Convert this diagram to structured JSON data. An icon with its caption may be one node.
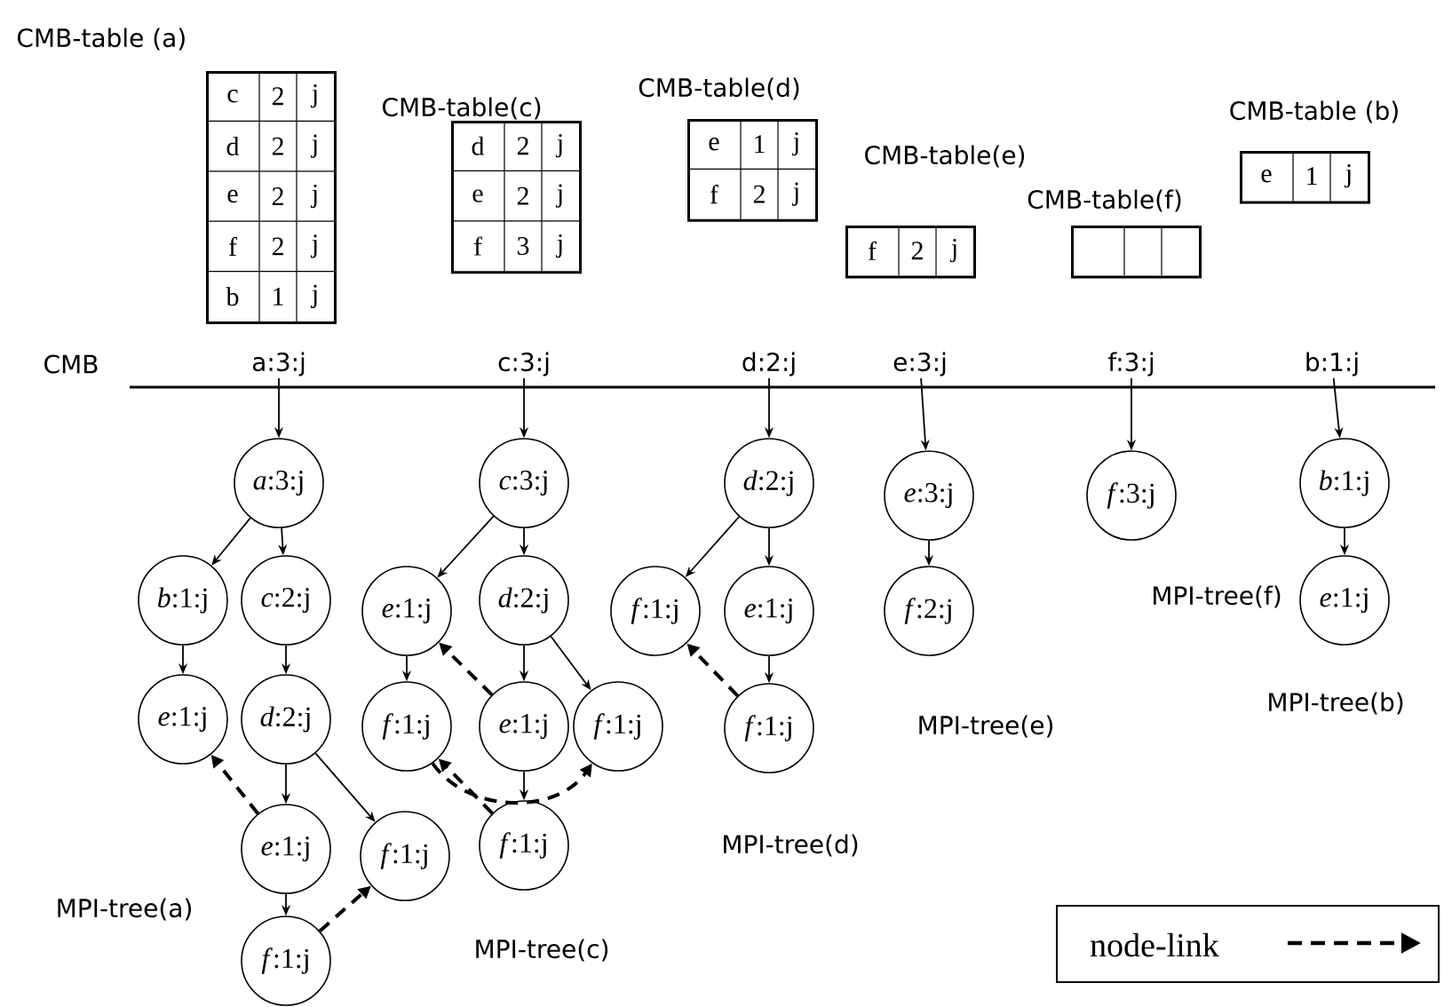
{
  "diagram": {
    "nodes": [
      {
        "text": [
          "CMB-table (a)",
          "c",
          "2",
          "j",
          "d",
          "2",
          "j",
          "e",
          "2",
          "j",
          "f",
          "2",
          "j",
          "b",
          "1",
          "j"
        ]
      },
      {
        "text": [
          "CMB-table(c)",
          "d",
          "2",
          "j",
          "e",
          "2",
          "j",
          "f",
          "3",
          "j"
        ]
      },
      {
        "text": [
          "CMB-table(d)",
          "e",
          "1",
          "j",
          "f",
          "2",
          "j"
        ]
      },
      {
        "text": [
          "CMB-table(e)",
          "f",
          "2",
          "j"
        ]
      },
      {
        "text": [
          "CMB-table(f)"
        ]
      },
      {
        "text": [
          "CMB-table (b)",
          "e",
          "1",
          "j"
        ]
      },
      {
        "text": [
          "a:3:j"
        ]
      },
      {
        "text": [
          "c:3:j"
        ]
      },
      {
        "text": [
          "d:2:j"
        ]
      },
      {
        "text": [
          "e:3:j"
        ]
      },
      {
        "text": [
          "f:3:j"
        ]
      },
      {
        "text": [
          "b:1:j"
        ]
      },
      {
        "text": [
          "*a*:3:j"
        ]
      },
      {
        "text": [
          "*b*:1:j"
        ]
      },
      {
        "text": [
          "*c*:2:j"
        ]
      },
      {
        "text": [
          "*e*:1:j"
        ]
      },
      {
        "text": [
          "*d*:2:j"
        ]
      },
      {
        "text": [
          "*e*:1:j"
        ]
      },
      {
        "text": [
          "*f*:1:j"
        ]
      },
      {
        "text": [
          "*f*:1:j"
        ]
      },
      {
        "text": [
          "*c*:3:j"
        ]
      },
      {
        "text": [
          "*e*:1:j"
        ]
      },
      {
        "text": [
          "*d*:2:j"
        ]
      },
      {
        "text": [
          "*f*:1:j"
        ]
      },
      {
        "text": [
          "*e*:1:j"
        ]
      },
      {
        "text": [
          "*f*:1:j"
        ]
      },
      {
        "text": [
          "*f*:1:j"
        ]
      },
      {
        "text": [
          "*d*:2:j"
        ]
      },
      {
        "text": [
          "*f*:1:j"
        ]
      },
      {
        "text": [
          "*e*:1:j"
        ]
      },
      {
        "text": [
          "*f*:1:j"
        ]
      },
      {
        "text": [
          "*e*:3:j"
        ]
      },
      {
        "text": [
          "*f*:2:j"
        ]
      },
      {
        "text": [
          "*f*:3:j"
        ]
      },
      {
        "text": [
          "*b*:1:j"
        ]
      },
      {
        "text": [
          "*e*:1:j"
        ]
      }
    ],
    "edges": [
      {
        "from": 6,
        "to": 12,
        "arrow": "to"
      },
      {
        "from": 7,
        "to": 20,
        "arrow": "to"
      },
      {
        "from": 8,
        "to": 27,
        "arrow": "to"
      },
      {
        "from": 9,
        "to": 31,
        "arrow": "to"
      },
      {
        "from": 10,
        "to": 33,
        "arrow": "to"
      },
      {
        "from": 11,
        "to": 34,
        "arrow": "to"
      },
      {
        "from": 12,
        "to": 13,
        "arrow": "to"
      },
      {
        "from": 12,
        "to": 14,
        "arrow": "to"
      },
      {
        "from": 13,
        "to": 15,
        "arrow": "to"
      },
      {
        "from": 14,
        "to": 16,
        "arrow": "to"
      },
      {
        "from": 16,
        "to": 17,
        "arrow": "to"
      },
      {
        "from": 16,
        "to": 18,
        "arrow": "to"
      },
      {
        "from": 17,
        "to": 19,
        "arrow": "to"
      },
      {
        "from": 20,
        "to": 21,
        "arrow": "to"
      },
      {
        "from": 20,
        "to": 22,
        "arrow": "to"
      },
      {
        "from": 21,
        "to": 23,
        "arrow": "to"
      },
      {
        "from": 22,
        "to": 24,
        "arrow": "to"
      },
      {
        "from": 22,
        "to": 25,
        "arrow": "to"
      },
      {
        "from": 24,
        "to": 26,
        "arrow": "to"
      },
      {
        "from": 27,
        "to": 28,
        "arrow": "to"
      },
      {
        "from": 27,
        "to": 29,
        "arrow": "to"
      },
      {
        "from": 29,
        "to": 30,
        "arrow": "to"
      },
      {
        "from": 31,
        "to": 32,
        "arrow": "to"
      },
      {
        "from": 34,
        "to": 35,
        "arrow": "to"
      },
      {
        "from": 17,
        "to": 15,
        "arrow": "to",
        "style": "dashed"
      },
      {
        "from": 19,
        "to": 18,
        "arrow": "to",
        "style": "dashed"
      },
      {
        "from": 24,
        "to": 21,
        "arrow": "to",
        "style": "dashed"
      },
      {
        "from": 26,
        "to": 23,
        "arrow": "to",
        "style": "dashed"
      },
      {
        "from": 23,
        "to": 25,
        "arrow": "to",
        "style": "dashed"
      },
      {
        "from": 30,
        "to": 28,
        "arrow": "to",
        "style": "dashed"
      }
    ],
    "labels": [
      "CMB",
      "MPI-tree(f)",
      "MPI-tree(b)",
      "MPI-tree(e)",
      "MPI-tree(d)",
      "MPI-tree(a)",
      "MPI-tree(c)"
    ],
    "legend": [
      {
        "text": "node-link"
      }
    ]
  }
}
